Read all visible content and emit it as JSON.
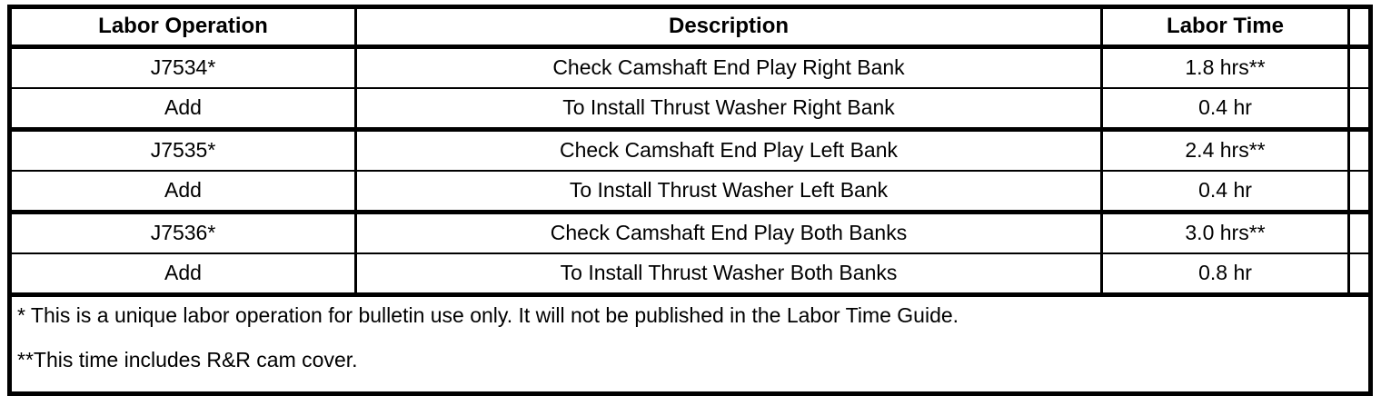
{
  "table": {
    "columns": [
      {
        "key": "operation",
        "header": "Labor Operation"
      },
      {
        "key": "description",
        "header": "Description"
      },
      {
        "key": "time",
        "header": "Labor Time"
      },
      {
        "key": "extra",
        "header": ""
      }
    ],
    "rows": [
      {
        "operation": "J7534*",
        "description": "Check Camshaft End Play Right Bank",
        "time": "1.8 hrs**",
        "extra": ""
      },
      {
        "operation": "Add",
        "description": "To Install Thrust Washer Right Bank",
        "time": "0.4 hr",
        "extra": ""
      },
      {
        "operation": "J7535*",
        "description": "Check Camshaft End Play Left Bank",
        "time": "2.4 hrs**",
        "extra": ""
      },
      {
        "operation": "Add",
        "description": "To Install Thrust Washer Left Bank",
        "time": "0.4 hr",
        "extra": ""
      },
      {
        "operation": "J7536*",
        "description": "Check Camshaft End Play Both Banks",
        "time": "3.0 hrs**",
        "extra": ""
      },
      {
        "operation": "Add",
        "description": "To Install Thrust Washer Both Banks",
        "time": "0.8 hr",
        "extra": ""
      }
    ],
    "footnotes": {
      "single_asterisk": "* This is a unique labor operation for bulletin use only. It will not be published in the Labor Time Guide.",
      "double_asterisk": "**This time includes R&R cam cover."
    }
  },
  "colors": {
    "border": "#000000",
    "text": "#000000",
    "background": "#ffffff"
  }
}
